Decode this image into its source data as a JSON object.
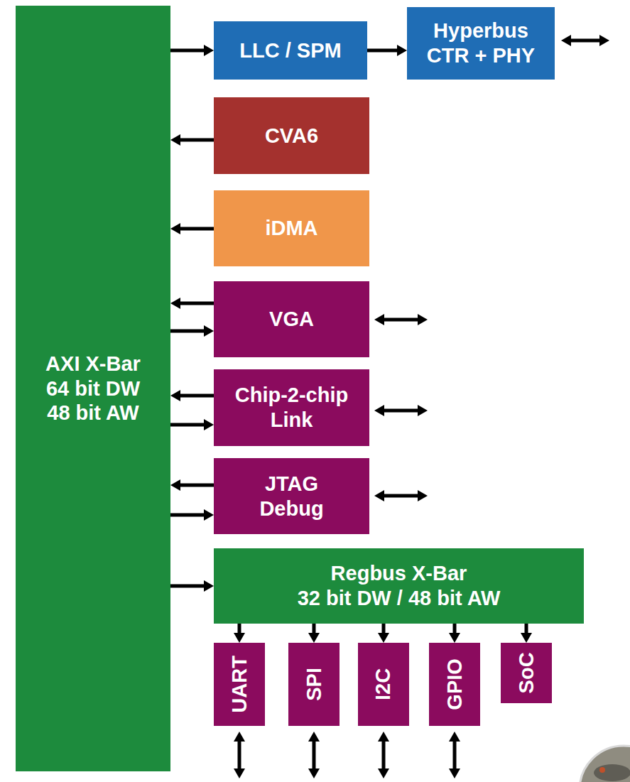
{
  "diagram": {
    "nodes": [
      {
        "text": [
          "AXI X-Bar 64 bit DW 48 bit AW"
        ]
      },
      {
        "text": [
          "LLC / SPM"
        ]
      },
      {
        "text": [
          "Hyperbus CTR + PHY"
        ]
      },
      {
        "text": [
          "CVA6"
        ]
      },
      {
        "text": [
          "iDMA"
        ]
      },
      {
        "text": [
          "VGA"
        ]
      },
      {
        "text": [
          "Chip-2-chip Link"
        ]
      },
      {
        "text": [
          "JTAG Debug"
        ]
      },
      {
        "text": [
          "Regbus X-Bar",
          "32 bit DW / 48 bit AW"
        ]
      },
      {
        "text": [
          "UART"
        ]
      },
      {
        "text": [
          "SPI"
        ]
      },
      {
        "text": [
          "I2C"
        ]
      },
      {
        "text": [
          "GPIO"
        ]
      },
      {
        "text": [
          "SoC"
        ]
      }
    ],
    "edges": [
      {
        "from": 0,
        "to": 1,
        "arrow": "to"
      },
      {
        "from": 1,
        "to": 2,
        "arrow": "to"
      },
      {
        "from": 3,
        "to": 0,
        "arrow": "to"
      },
      {
        "from": 4,
        "to": 0,
        "arrow": "to"
      },
      {
        "from": 5,
        "to": 0,
        "arrow": "to"
      },
      {
        "from": 0,
        "to": 5,
        "arrow": "to"
      },
      {
        "from": 6,
        "to": 0,
        "arrow": "to"
      },
      {
        "from": 0,
        "to": 6,
        "arrow": "to"
      },
      {
        "from": 7,
        "to": 0,
        "arrow": "to"
      },
      {
        "from": 0,
        "to": 7,
        "arrow": "to"
      },
      {
        "from": 0,
        "to": 8,
        "arrow": "to"
      },
      {
        "from": 8,
        "to": 9,
        "arrow": "to"
      },
      {
        "from": 8,
        "to": 10,
        "arrow": "to"
      },
      {
        "from": 8,
        "to": 11,
        "arrow": "to"
      },
      {
        "from": 8,
        "to": 12,
        "arrow": "to"
      },
      {
        "from": 8,
        "to": 13,
        "arrow": "to"
      }
    ]
  }
}
